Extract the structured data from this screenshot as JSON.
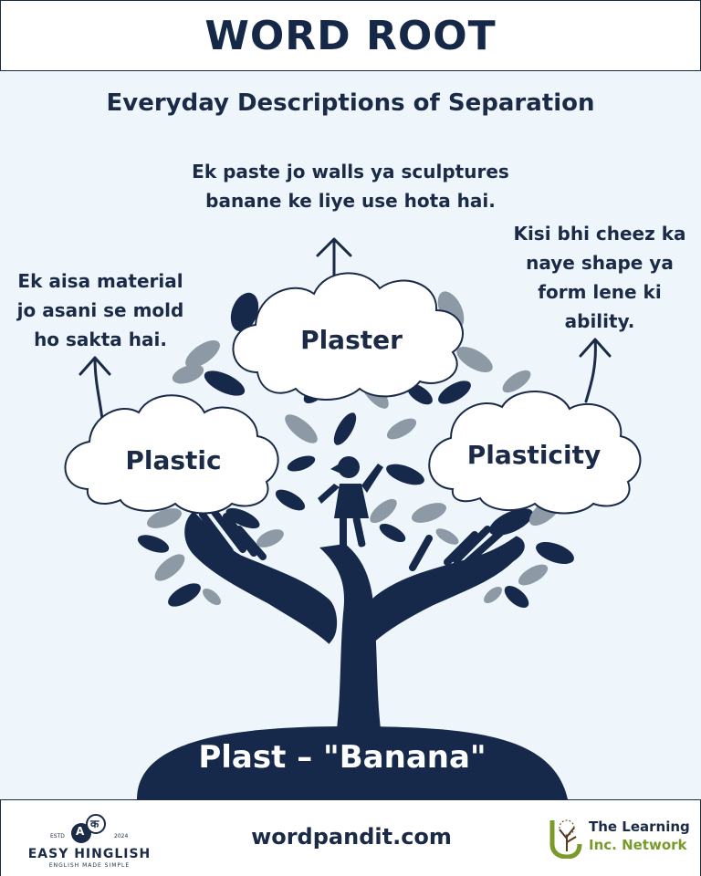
{
  "header": {
    "title": "WORD ROOT"
  },
  "subtitle": "Everyday Descriptions of Separation",
  "descriptions": {
    "top": "Ek paste jo walls ya sculptures\nbanane ke liye use hota hai.",
    "left": "Ek aisa material\njo asani se mold\nho sakta hai.",
    "right": "Kisi bhi cheez ka\nnaye shape ya\nform lene ki\nability."
  },
  "clouds": {
    "left": "Plastic",
    "center": "Plaster",
    "right": "Plasticity"
  },
  "root": "Plast – \"Banana\"",
  "footer": {
    "site": "wordpandit.com",
    "easy_hinglish": {
      "name": "EASY HINGLISH",
      "tagline": "ENGLISH MADE SIMPLE",
      "estd": "ESTD",
      "year": "2024",
      "badge_a": "A",
      "badge_b": "क"
    },
    "learning_network": {
      "line1": "The Learning",
      "line2": "Inc. Network"
    }
  },
  "colors": {
    "navy": "#1b2a47",
    "background": "#eef6fc",
    "leaf_gray": "#8e99a6",
    "accent_green": "#7a9a2c"
  }
}
